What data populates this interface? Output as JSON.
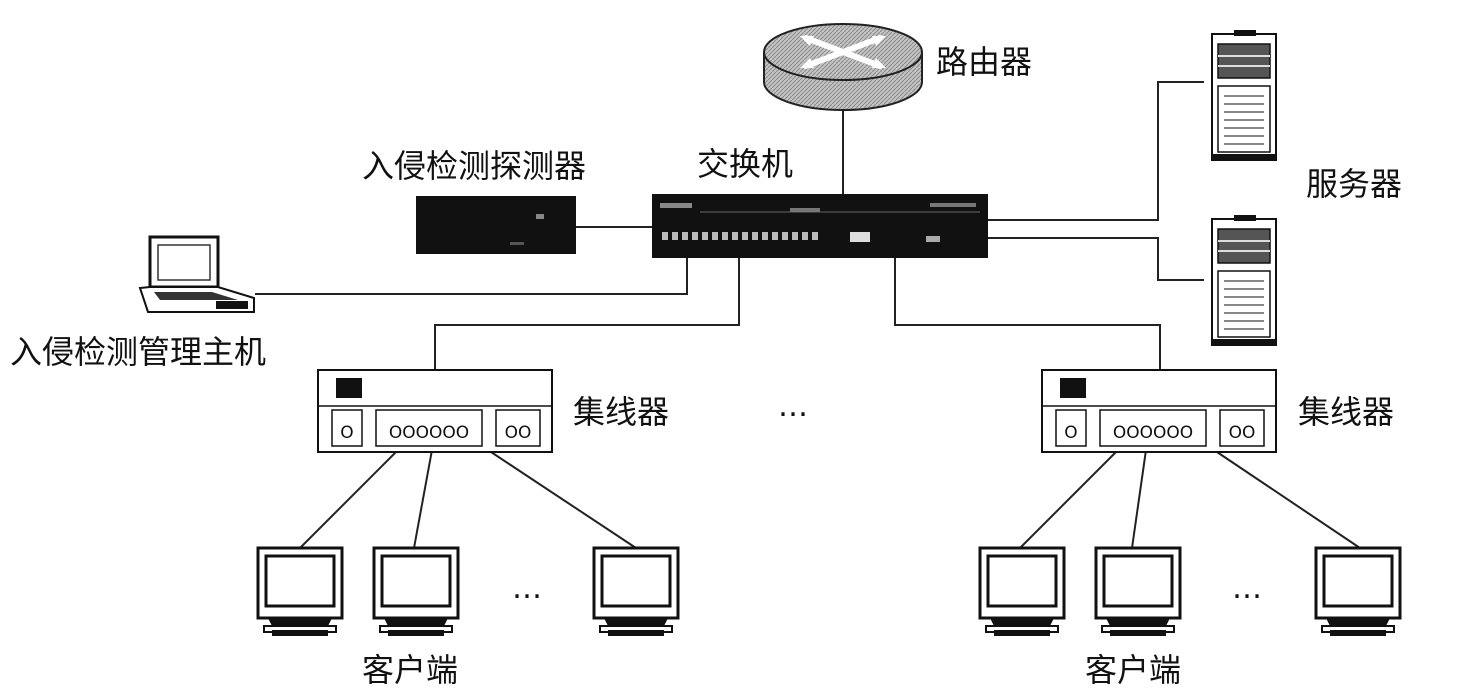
{
  "labels": {
    "router": "路由器",
    "switch": "交换机",
    "ids_sensor": "入侵检测探测器",
    "ids_manager": "入侵检测管理主机",
    "server": "服务器",
    "hub_left": "集线器",
    "hub_right": "集线器",
    "client_left": "客户端",
    "client_right": "客户端"
  },
  "ellipsis": "…",
  "hub_ports": {
    "single": "O",
    "multi": "OOOOOO",
    "double": "OO"
  },
  "colors": {
    "line": "#222222",
    "device_dark": "#111111",
    "router_fill": "#b8b8b8"
  }
}
